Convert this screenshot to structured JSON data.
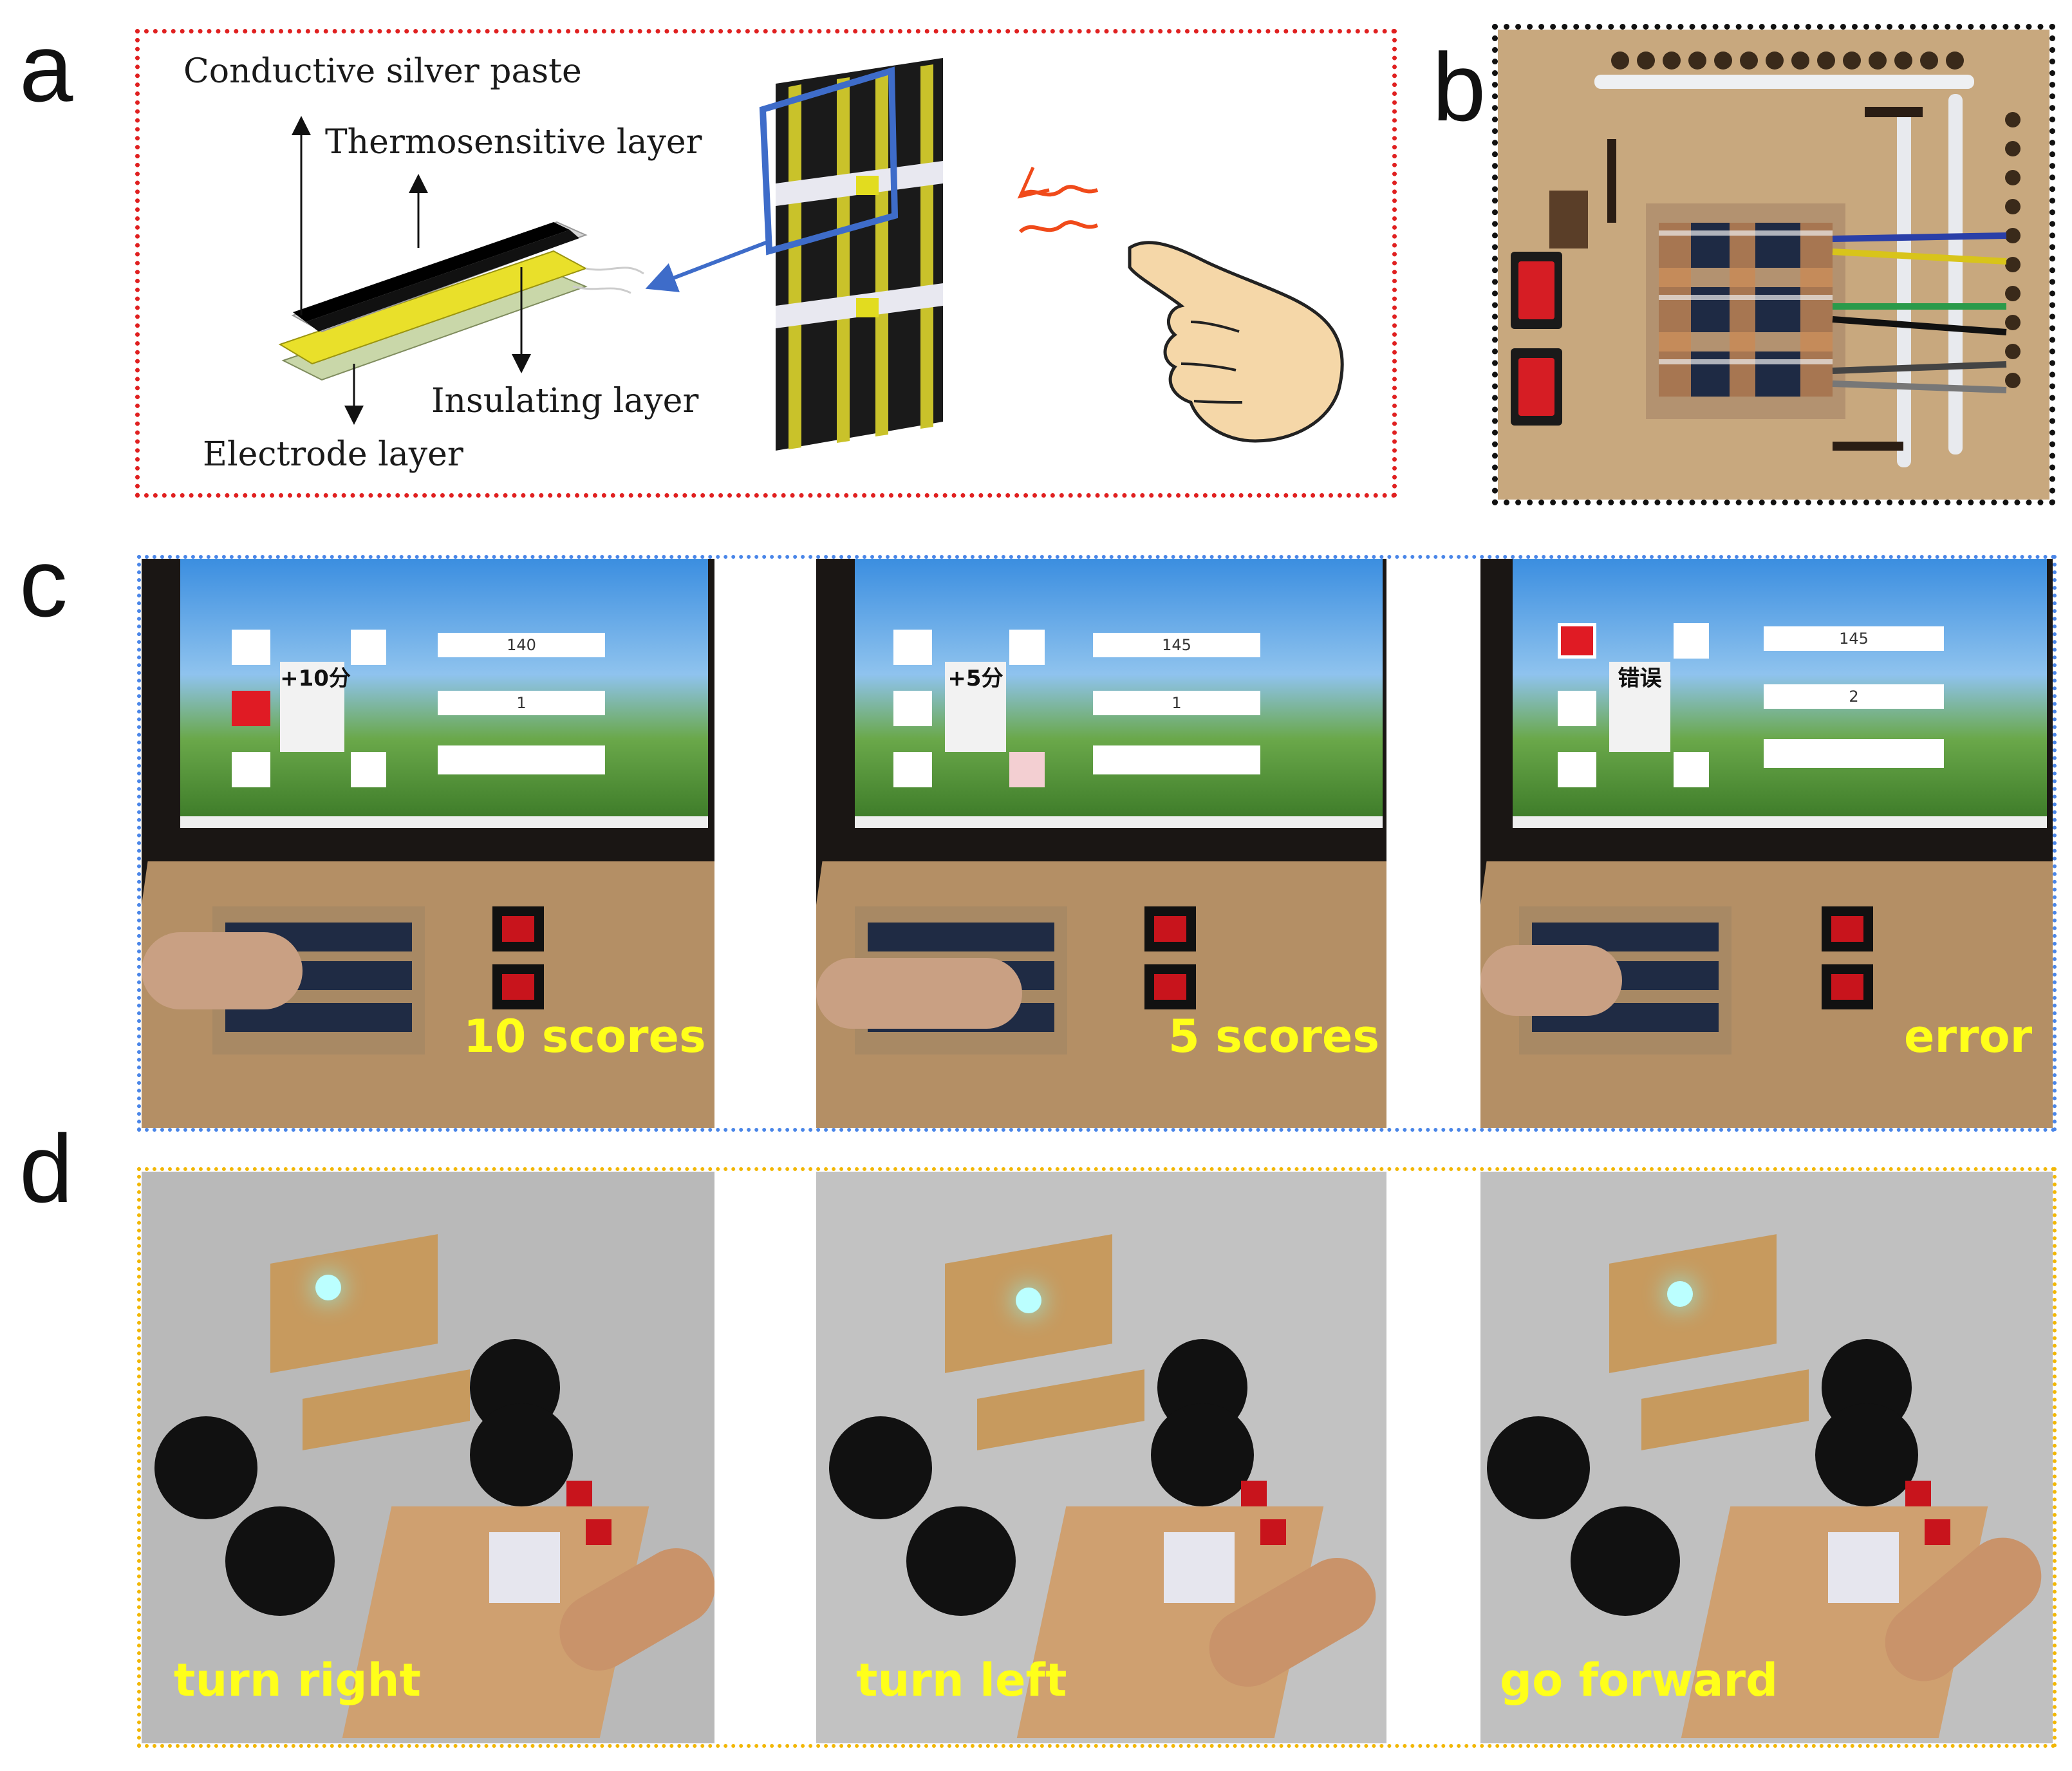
{
  "figure": {
    "panel_labels": {
      "a": "a",
      "b": "b",
      "c": "c",
      "d": "d"
    },
    "panel_a": {
      "layer_labels": {
        "silver": "Conductive silver paste",
        "thermo": "Thermosensitive layer",
        "insulating": "Insulating layer",
        "electrode": "Electrode layer"
      }
    },
    "panel_c": {
      "photos": [
        {
          "caption": "10 scores",
          "popup": "+10分",
          "score": "140",
          "round": "1"
        },
        {
          "caption": "5 scores",
          "popup": "+5分",
          "score": "145",
          "round": "1"
        },
        {
          "caption": "error",
          "popup": "错误",
          "score": "145",
          "round": "2"
        }
      ]
    },
    "panel_d": {
      "photos": [
        {
          "caption": "turn right"
        },
        {
          "caption": "turn left"
        },
        {
          "caption": "go forward"
        }
      ]
    },
    "colors": {
      "frame_a": "#e02020",
      "frame_b": "#111111",
      "frame_c": "#4a86e8",
      "frame_d": "#f2b705",
      "caption": "#ffff1a"
    }
  }
}
